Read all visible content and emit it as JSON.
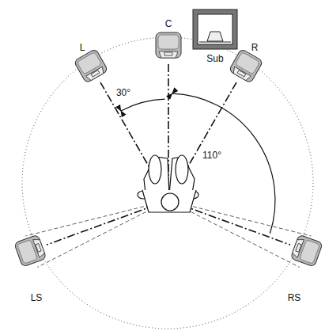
{
  "diagram": {
    "labels": [
      "C",
      "L",
      "R",
      "Sub",
      "30°",
      "110°",
      "LS",
      "RS"
    ]
  }
}
